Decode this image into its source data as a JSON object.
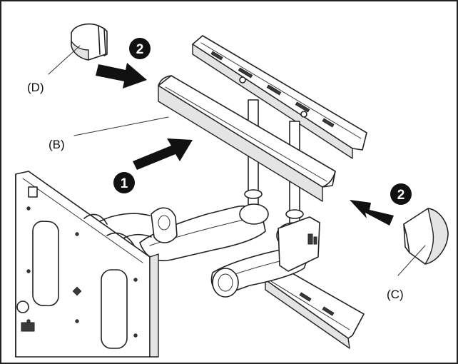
{
  "labels": {
    "b": "(B)",
    "c": "(C)",
    "d": "(D)"
  },
  "steps": {
    "one": "1",
    "two_left": "2",
    "two_right": "2"
  }
}
